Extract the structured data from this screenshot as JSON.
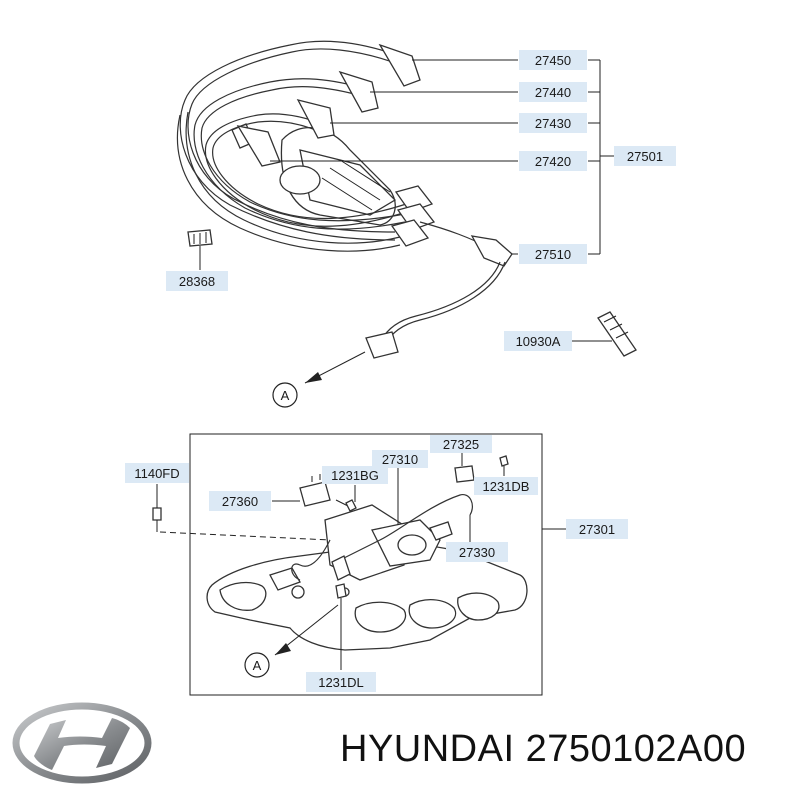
{
  "brand": {
    "name": "HYUNDAI",
    "part_number": "2750102A00",
    "logo_icon": "hyundai-logo-icon",
    "logo_color": "#8a8d90"
  },
  "labels": {
    "p27450": "27450",
    "p27440": "27440",
    "p27430": "27430",
    "p27420": "27420",
    "p27501": "27501",
    "p27510": "27510",
    "p28368": "28368",
    "p10930A": "10930A",
    "p1140FD": "1140FD",
    "p27325": "27325",
    "p27310": "27310",
    "p1231BG": "1231BG",
    "p1231DB": "1231DB",
    "p27360": "27360",
    "p27301": "27301",
    "p27330": "27330",
    "p1231DL": "1231DL"
  },
  "markers": {
    "a_top": "A",
    "a_bottom": "A"
  },
  "colors": {
    "label_box": "#dce9f5",
    "line": "#222222"
  }
}
